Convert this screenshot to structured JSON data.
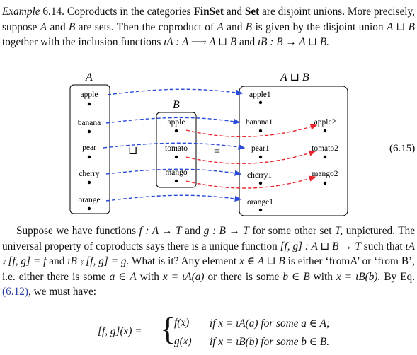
{
  "p1": {
    "lead": "Example",
    "number": "6.14.",
    "title_a": "Coproducts in the categories",
    "cat1": "FinSet",
    "and1": "and",
    "cat2": "Set",
    "title_b": "are disjoint unions. More precisely, suppose",
    "A": "A",
    "and2": "and",
    "B": "B",
    "mid1": "are sets. Then the coproduct of",
    "and3": "and",
    "mid2": "is given by the disjoint union",
    "AuB": "A ⊔ B",
    "mid3": "together with the inclusion functions",
    "iA": "ιA : A ⟶ A ⊔ B",
    "and4": "and",
    "iB": "ιB : B → A ⊔ B."
  },
  "diagram": {
    "label_A": "A",
    "label_B": "B",
    "label_AuB": "A ⊔ B",
    "sqcup": "⊔",
    "equals": "=",
    "eq_number": "(6.15)",
    "set_A": [
      "apple",
      "banana",
      "pear",
      "cherry",
      "orange"
    ],
    "set_B": [
      "apple",
      "tomato",
      "mango"
    ],
    "union_left": [
      "apple1",
      "banana1",
      "pear1",
      "cherry1",
      "orange1"
    ],
    "union_right": [
      "apple2",
      "tomato2",
      "mango2"
    ],
    "blue": "#2a4ad8",
    "red": "#e8252b"
  },
  "p2": {
    "s1": "Suppose we have functions",
    "f": "f : A → T",
    "and1": "and",
    "g": "g : B → T",
    "s2": "for some other set",
    "T": "T,",
    "s3": "unpictured. The universal property of coproducts says there is a unique function",
    "fg": "[f, g] : A ⊔ B → T",
    "s4": "such that",
    "c1": "ιA ⨟ [f, g] = f",
    "and2": "and",
    "c2": "ιB ⨟ [f, g] = g.",
    "s5": "What is it? Any element",
    "x": "x ∈ A ⊔ B",
    "s6": "is either ‘from",
    "s7": "A’ or ‘from B’, i.e. either there is some",
    "a": "a ∈ A",
    "s8": "with",
    "xa": "x = ιA(a)",
    "or": "or",
    "s9": "there is some",
    "b": "b ∈ B",
    "s10": "with",
    "xb": "x = ιB(b).",
    "s11": "By Eq.",
    "ref": "(6.12)",
    "s12": ", we must have:"
  },
  "display": {
    "lhs": "[f, g](x) =",
    "case1_val": "f(x)",
    "case1_cond": "if x = ιA(a) for some a ∈ A;",
    "case2_val": "g(x)",
    "case2_cond": "if x = ιB(b) for some b ∈ B."
  }
}
